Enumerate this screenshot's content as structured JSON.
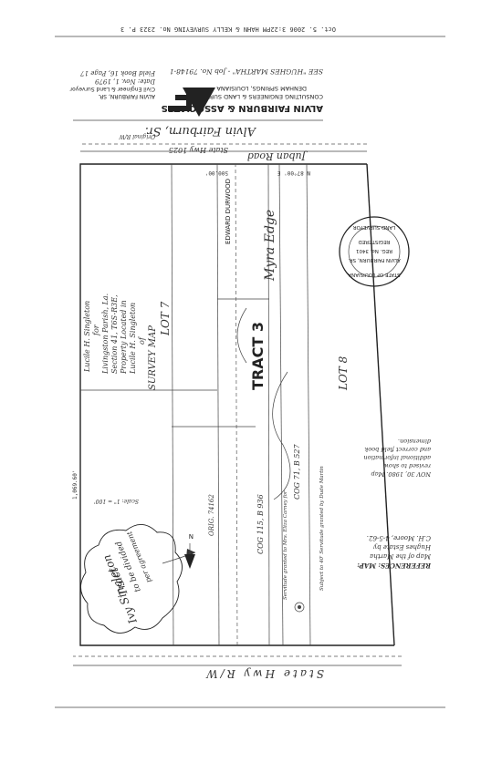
{
  "fax_header": "Oct. 5. 2006 3:22PM   HAHN & KELLY SURVEYING   No. 2323  P. 3",
  "firm": {
    "signature": "Alvin Fairburn, Sr.",
    "name": "ALVIN FAIRBURN & ASSOCIATES",
    "subtitle": "CONSULTING ENGINEERS & LAND SURVEYORS",
    "city": "DENHAM SPRINGS, LOUISIANA",
    "person": "ALVIN FAIRBURN, SR.",
    "role": "Civil Engineer & Land Surveyor",
    "date": "Date: Nov. 1, 1979",
    "field_book": "Field Book 16, Page 17",
    "job": "SEE \"HUGHES MARTHA\" - Job No. 79148-1"
  },
  "seal": {
    "ring_top": "STATE OF LOUISIANA",
    "ring_bottom": "LAND SURVEYOR",
    "name": "ALVIN FAIRBURN, SR.",
    "reg": "REG. No. 3401",
    "registered": "REGISTERED"
  },
  "title_block": {
    "title": "SURVEY MAP",
    "of": "of",
    "line1": "Lucile H. Singleton",
    "line2": "Property Located in",
    "line3": "Section 41, T6S-R3E,",
    "line4": "Livingston Parish, La.",
    "for_label": "for",
    "client": "Lucile H. Singleton"
  },
  "roads": {
    "top_road": "Juban Road",
    "left_hwy": "State Hwy 1025",
    "bottom_row": "State Hwy R/W",
    "rw_note": "Original R/W"
  },
  "labels": {
    "tract": "TRACT 3",
    "lot8": "LOT 8",
    "lot7": "LOT 7",
    "myra": "Myra Edge",
    "durwood": "EDWARD DURWOOD",
    "cog1": "COG 71, B 527",
    "cog2": "COG 115, B 936",
    "orig": "ORIG. 74162",
    "side1": "Subject to 40' Servitude granted by Dude Martin",
    "side2": "Servitude granted to Mrs. Eliza Carney for",
    "dimension_top": "500.00'",
    "dimension_side": "N 87°00' E",
    "dimension_right": "1,069.60'"
  },
  "references": {
    "head": "REFERENCES: MAP:",
    "l1": "Map of the Martha",
    "l2": "Hughes Estate by",
    "l3": "C.H. Moore, 4-5-62.",
    "rev1": "NOV 30, 1980. Map",
    "rev2": "revised to show",
    "rev3": "additional information",
    "rev4": "and correct field book",
    "rev5": "dimension."
  },
  "handwritten_tract": {
    "l1": "Ivy Singleton",
    "l2": "Tract",
    "l3": "to be divided",
    "l4": "per agreement"
  },
  "scale": "Scale: 1\" = 100'",
  "north_label": "N"
}
